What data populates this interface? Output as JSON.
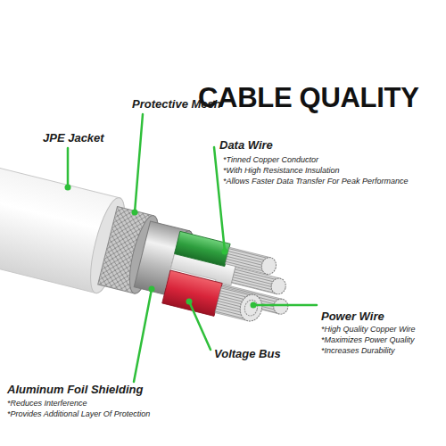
{
  "diagram": {
    "title": "CABLE QUALITY",
    "labels": [
      "JPE Jacket",
      "Protective Mesh",
      "Data Wire",
      "*Tinned Copper Conductor",
      "*With High Resistance Insulation",
      "*Allows Faster Data Transfer For Peak Performance",
      "Power Wire",
      "*High Quality Copper Wire",
      "*Maximizes Power Quality",
      "*Increases Durability",
      "Voltage Bus",
      "Aluminum Foil Shielding",
      "*Reduces Interference",
      "*Provides Additional Layer Of Protection"
    ]
  }
}
